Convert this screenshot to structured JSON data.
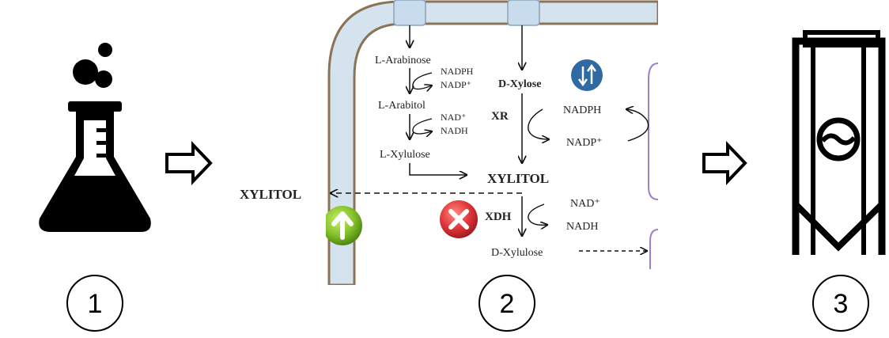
{
  "steps": [
    {
      "number": "1",
      "icon": "flask-icon"
    },
    {
      "number": "2",
      "icon": "metabolic-pathway-diagram"
    },
    {
      "number": "3",
      "icon": "bioreactor-icon"
    }
  ],
  "arrows": [
    "hollow-arrow-right-icon",
    "hollow-arrow-right-icon"
  ],
  "pathway": {
    "arabinose": "L-Arabinose",
    "nadph_1": "NADPH",
    "nadp_1": "NADP⁺",
    "arabitol": "L-Arabitol",
    "nad_1": "NAD⁺",
    "nadh_1": "NADH",
    "xylulose_l": "L-Xylulose",
    "xylose": "D-Xylose",
    "xr": "XR",
    "nadph_2": "NADPH",
    "nadp_2": "NADP⁺",
    "xylitol_center": "XYLITOL",
    "xylitol_out": "XYLITOL",
    "xdh": "XDH",
    "nad_2": "NAD⁺",
    "nadh_2": "NADH",
    "xylulose_d": "D-Xylulose"
  },
  "badges": {
    "exchange": "exchange-arrows-icon",
    "knockout": "knockout-x-icon",
    "upregulate": "up-arrow-icon"
  },
  "colors": {
    "membrane": "#d5e3ef",
    "membrane_border": "#8b7355",
    "exchange_badge": "#2f6aa3",
    "knockout_badge": "#e0373b",
    "upregulate_badge": "#7fba2a",
    "compartment": "#9b7fc7"
  }
}
